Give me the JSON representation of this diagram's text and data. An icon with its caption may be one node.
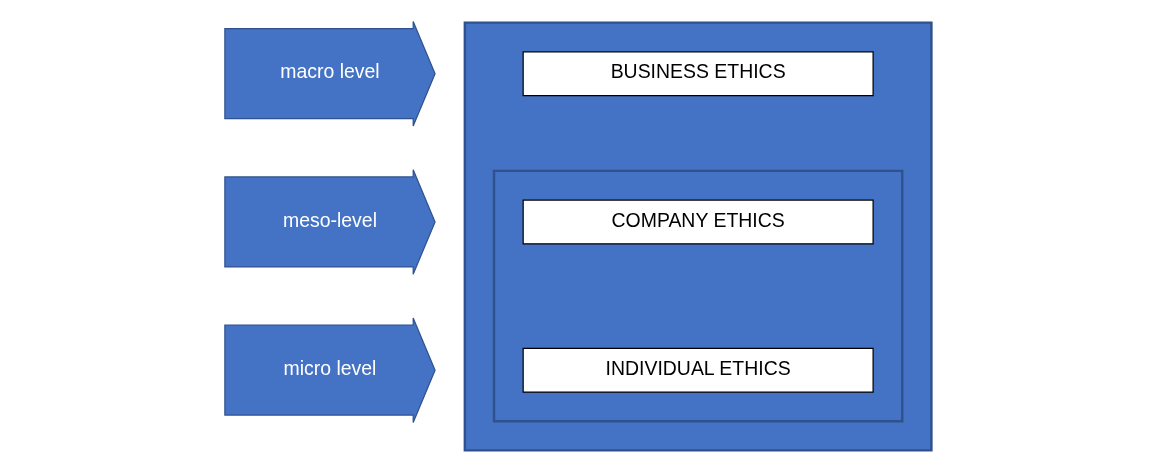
{
  "diagram": {
    "nodes": [
      {
        "text": [
          "macro level"
        ]
      },
      {
        "text": [
          "meso-level"
        ]
      },
      {
        "text": [
          "micro level"
        ]
      },
      {
        "text": [],
        "shape": "box"
      },
      {
        "text": [
          "BUSINESS ETHICS"
        ],
        "in": 3
      },
      {
        "text": [],
        "shape": "box",
        "in": 3
      },
      {
        "text": [
          "COMPANY ETHICS"
        ],
        "in": 5
      },
      {
        "text": [
          "INDIVIDUAL ETHICS"
        ],
        "in": 5
      }
    ]
  }
}
